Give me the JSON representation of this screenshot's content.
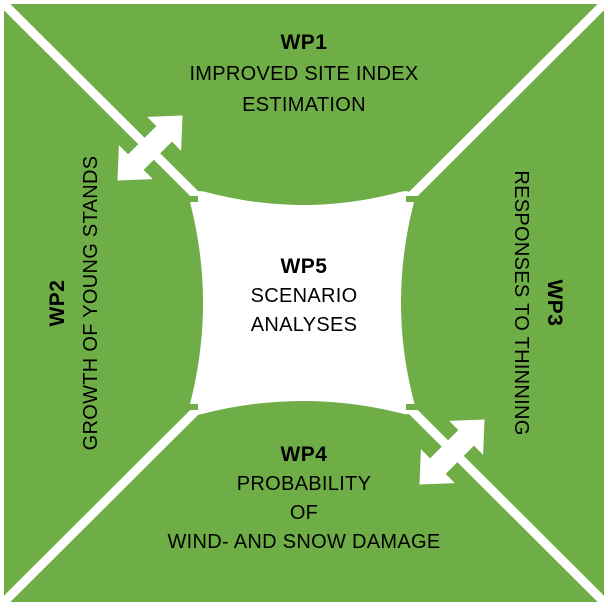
{
  "colors": {
    "background": "#ffffff",
    "panel_green": "#6fad46",
    "separator": "#ffffff",
    "text": "#000000"
  },
  "wp1": {
    "title": "WP1",
    "line1": "IMPROVED SITE INDEX",
    "line2": "ESTIMATION"
  },
  "wp2": {
    "title": "WP2",
    "line1": "GROWTH OF YOUNG STANDS"
  },
  "wp3": {
    "title": "WP3",
    "line1": "RESPONSES TO THINNING"
  },
  "wp4": {
    "title": "WP4",
    "line1": "PROBABILITY",
    "line2": "OF",
    "line3": "WIND- AND SNOW DAMAGE"
  },
  "wp5": {
    "title": "WP5",
    "line1": "SCENARIO",
    "line2": "ANALYSES"
  },
  "icons": {
    "arrow_top_left": "double-headed-arrow-icon",
    "arrow_bottom_right": "double-headed-arrow-icon"
  }
}
